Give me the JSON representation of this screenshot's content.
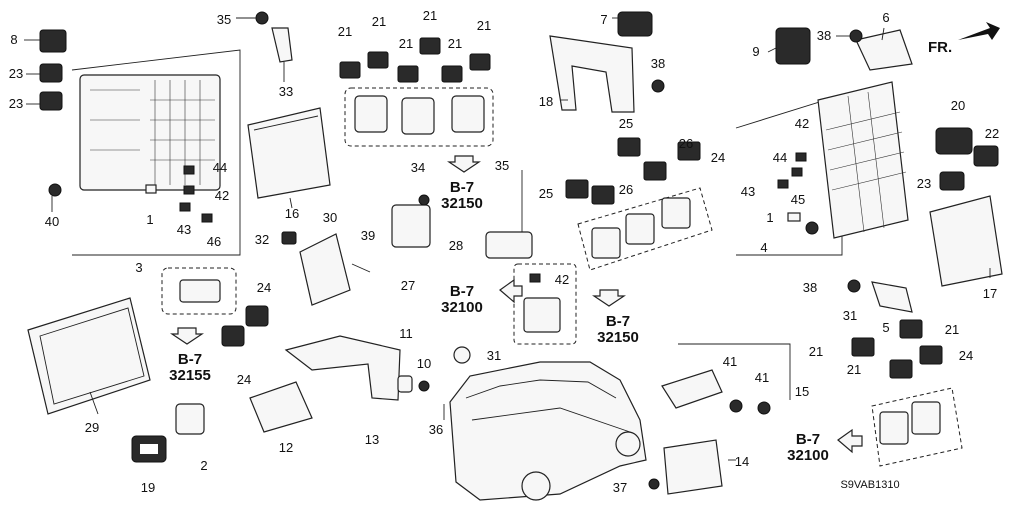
{
  "diagram_code": "S9VAB1310",
  "front_marker": "FR.",
  "callouts": [
    "1",
    "2",
    "3",
    "4",
    "5",
    "6",
    "7",
    "8",
    "9",
    "10",
    "11",
    "12",
    "13",
    "14",
    "15",
    "16",
    "17",
    "18",
    "19",
    "20",
    "21",
    "22",
    "23",
    "24",
    "25",
    "26",
    "27",
    "28",
    "29",
    "30",
    "31",
    "32",
    "33",
    "34",
    "35",
    "36",
    "37",
    "38",
    "39",
    "40",
    "41",
    "42",
    "43",
    "44",
    "45",
    "46"
  ],
  "ref_blocks": [
    {
      "section": "B-7",
      "number": "32150"
    },
    {
      "section": "B-7",
      "number": "32100"
    },
    {
      "section": "B-7",
      "number": "32150"
    },
    {
      "section": "B-7",
      "number": "32155"
    },
    {
      "section": "B-7",
      "number": "32100"
    }
  ]
}
